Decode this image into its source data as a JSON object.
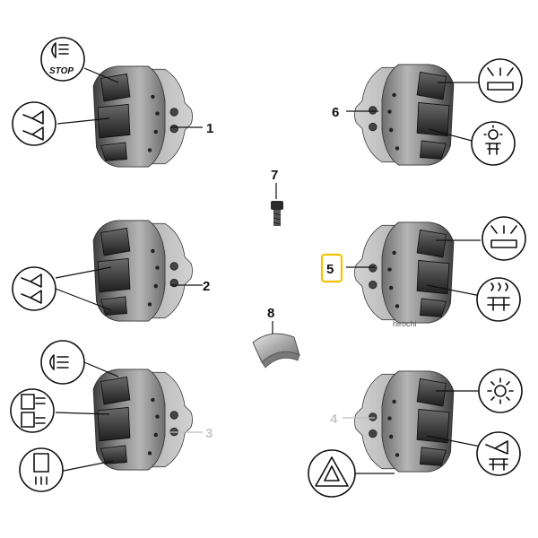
{
  "parts": [
    {
      "id": "1",
      "label": "1",
      "icons": [
        "fog-light-icon",
        "horn-icon"
      ],
      "icon_text": "STOP"
    },
    {
      "id": "2",
      "label": "2",
      "icons": [
        "dual-horn-icon"
      ]
    },
    {
      "id": "3",
      "label": "3",
      "icons": [
        "fog-light-icon",
        "high-low-beam-icon",
        "low-beam-icon"
      ]
    },
    {
      "id": "4",
      "label": "4",
      "icons": [
        "heated-grip-icon",
        "light-icon",
        "horn-seat-icon",
        "hazard-warning-icon"
      ]
    },
    {
      "id": "5",
      "label": "5",
      "icons": [
        "heated-grip-icon",
        "seat-heat-icon"
      ],
      "highlighted": true
    },
    {
      "id": "6",
      "label": "6",
      "icons": [
        "heated-grip-icon",
        "light-seat-icon"
      ]
    },
    {
      "id": "7",
      "label": "7",
      "icons": [
        "screw-icon"
      ]
    },
    {
      "id": "8",
      "label": "8",
      "icons": [
        "sleeve-icon"
      ]
    }
  ],
  "watermark": "hirochi",
  "highlight_color": "#f2c200"
}
